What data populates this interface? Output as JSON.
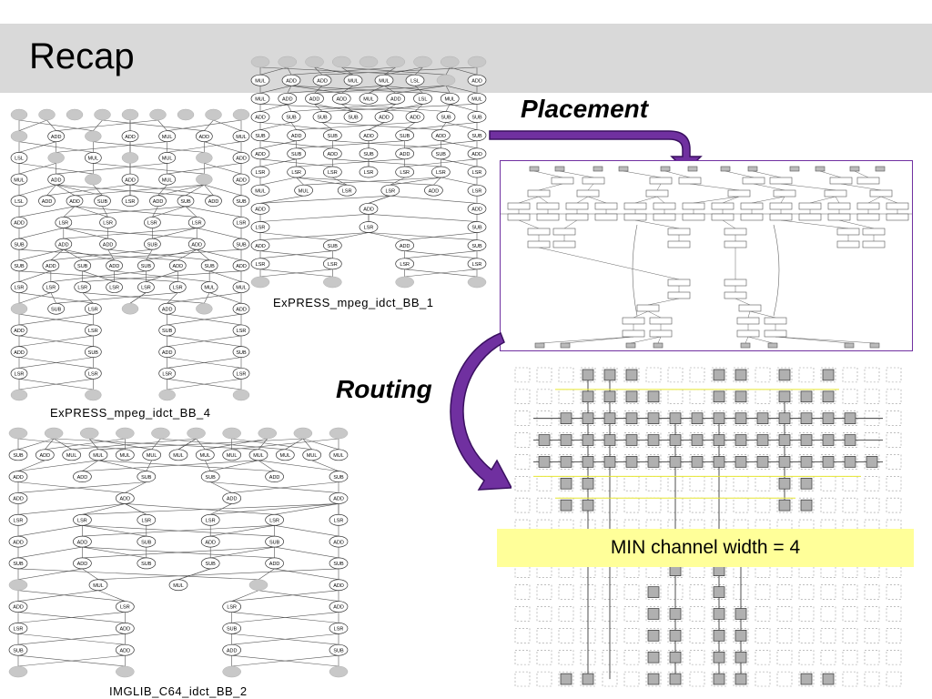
{
  "slide": {
    "title": "Recap"
  },
  "labels": {
    "placement": "Placement",
    "routing": "Routing"
  },
  "captions": {
    "graph_bb1": "ExPRESS_mpeg_idct_BB_1",
    "graph_bb4": "ExPRESS_mpeg_idct_BB_4",
    "graph_bb2": "IMGLIB_C64_idct_BB_2"
  },
  "callout": {
    "text": "MIN channel width = 4"
  },
  "colors": {
    "title_bar": "#d9d9d9",
    "arrow": "#7030a0",
    "callout_bg": "#ffff99",
    "node_fill": "#c8c8c8",
    "placement_border": "#7030a0",
    "routing_wire": "#e6e632"
  },
  "graphs": {
    "bb4": {
      "layers": [
        [
          "",
          "",
          "",
          "",
          "",
          "",
          "",
          "",
          ""
        ],
        [
          "",
          "ADD",
          "",
          "ADD",
          "MUL",
          "ADD",
          "MUL"
        ],
        [
          "LSL",
          "",
          "MUL",
          "",
          "MUL",
          "",
          "ADD"
        ],
        [
          "MUL",
          "ADD",
          "",
          "ADD",
          "MUL",
          "",
          "ADD"
        ],
        [
          "LSL",
          "ADD",
          "ADD",
          "SUB",
          "LSR",
          "ADD",
          "SUB",
          "ADD",
          "SUB"
        ],
        [
          "ADD",
          "LSR",
          "LSR",
          "LSR",
          "LSR",
          "LSR"
        ],
        [
          "SUB",
          "ADD",
          "ADD",
          "SUB",
          "ADD",
          "SUB"
        ],
        [
          "SUB",
          "ADD",
          "SUB",
          "ADD",
          "SUB",
          "ADD",
          "SUB",
          "ADD"
        ],
        [
          "LSR",
          "LSR",
          "LSR",
          "LSR",
          "LSR",
          "LSR",
          "MUL",
          "MUL"
        ],
        [
          "",
          "SUB",
          "LSR",
          "",
          "ADD",
          "",
          "ADD"
        ],
        [
          "ADD",
          "LSR",
          "SUB",
          "LSR"
        ],
        [
          "ADD",
          "SUB",
          "ADD",
          "SUB"
        ],
        [
          "LSR",
          "LSR",
          "LSR",
          "LSR"
        ],
        [
          "",
          "",
          "",
          ""
        ]
      ]
    },
    "bb1": {
      "layers": [
        [
          "",
          "",
          "",
          "",
          "",
          "",
          "",
          "",
          ""
        ],
        [
          "MUL",
          "ADD",
          "ADD",
          "MUL",
          "MUL",
          "LSL",
          "",
          "ADD"
        ],
        [
          "MUL",
          "ADD",
          "ADD",
          "ADD",
          "MUL",
          "ADD",
          "LSL",
          "MUL",
          "MUL"
        ],
        [
          "ADD",
          "SUB",
          "SUB",
          "SUB",
          "ADD",
          "ADD",
          "SUB",
          "SUB"
        ],
        [
          "SUB",
          "ADD",
          "SUB",
          "ADD",
          "SUB",
          "ADD",
          "SUB"
        ],
        [
          "ADD",
          "SUB",
          "ADD",
          "SUB",
          "ADD",
          "SUB",
          "ADD"
        ],
        [
          "LSR",
          "LSR",
          "LSR",
          "LSR",
          "LSR",
          "LSR",
          "LSR"
        ],
        [
          "MUL",
          "MUL",
          "LSR",
          "LSR",
          "ADD",
          "LSR"
        ],
        [
          "ADD",
          "ADD",
          "ADD"
        ],
        [
          "LSR",
          "LSR",
          "SUB"
        ],
        [
          "ADD",
          "SUB",
          "ADD",
          "SUB"
        ],
        [
          "LSR",
          "LSR",
          "LSR",
          "LSR"
        ],
        [
          "",
          "",
          "",
          ""
        ]
      ]
    },
    "bb2": {
      "layers": [
        [
          "",
          "",
          "",
          "",
          "",
          "",
          "",
          "",
          "",
          ""
        ],
        [
          "SUB",
          "ADD",
          "MUL",
          "MUL",
          "MUL",
          "MUL",
          "MUL",
          "MUL",
          "MUL",
          "MUL",
          "MUL",
          "MUL",
          "MUL"
        ],
        [
          "ADD",
          "ADD",
          "SUB",
          "SUB",
          "ADD",
          "SUB"
        ],
        [
          "ADD",
          "ADD",
          "ADD",
          "ADD"
        ],
        [
          "LSR",
          "LSR",
          "LSR",
          "LSR",
          "LSR",
          "LSR"
        ],
        [
          "ADD",
          "ADD",
          "SUB",
          "ADD",
          "SUB",
          "ADD"
        ],
        [
          "SUB",
          "ADD",
          "SUB",
          "SUB",
          "ADD",
          "SUB"
        ],
        [
          "",
          "MUL",
          "MUL",
          "",
          "ADD"
        ],
        [
          "ADD",
          "LSR",
          "LSR",
          "ADD"
        ],
        [
          "LSR",
          "ADD",
          "SUB",
          "LSR"
        ],
        [
          "SUB",
          "ADD",
          "ADD",
          "SUB"
        ],
        [
          "",
          "",
          "",
          ""
        ]
      ]
    }
  }
}
